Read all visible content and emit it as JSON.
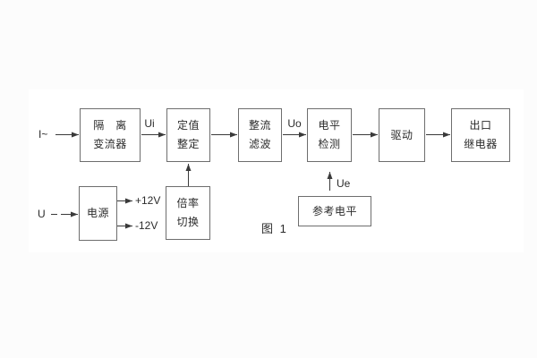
{
  "figure": {
    "caption": "图 1",
    "blocks": [
      {
        "id": "isolation-transformer",
        "lines": [
          "隔　离",
          "变流器"
        ]
      },
      {
        "id": "setting-adjustment",
        "lines": [
          "定值",
          "整定"
        ]
      },
      {
        "id": "rectifier-filter",
        "lines": [
          "整流",
          "滤波"
        ]
      },
      {
        "id": "level-detection",
        "lines": [
          "电平",
          "检测"
        ]
      },
      {
        "id": "driver",
        "lines": [
          "驱动"
        ]
      },
      {
        "id": "output-relay",
        "lines": [
          "出口",
          "继电器"
        ]
      },
      {
        "id": "power-supply",
        "lines": [
          "电源"
        ]
      },
      {
        "id": "ratio-switch",
        "lines": [
          "倍率",
          "切换"
        ]
      },
      {
        "id": "reference-level",
        "lines": [
          "参考电平"
        ]
      }
    ],
    "labels": {
      "input_current": "I~",
      "input_voltage": "U",
      "ui": "Ui",
      "uo": "Uo",
      "ue": "Ue",
      "plus_12v": "+12V",
      "minus_12v": "-12V"
    },
    "colors": {
      "page_background": "#fcfcfc",
      "canvas_background": "#ffffff",
      "box_border": "#6e6e6e",
      "line": "#3a3a3a",
      "text": "#2b2b2b"
    }
  }
}
